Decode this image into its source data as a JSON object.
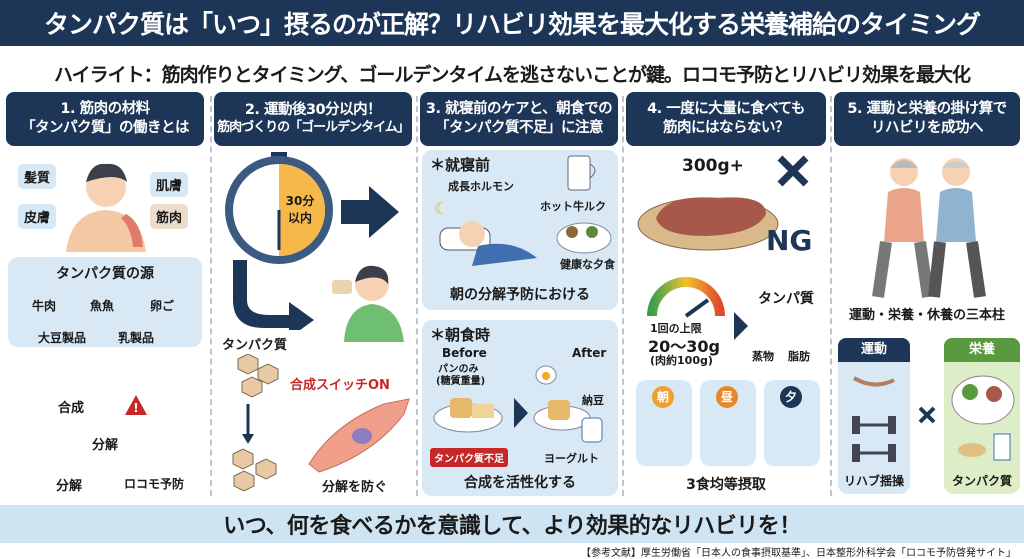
{
  "title": "タンパク質は「いつ」摂るのが正解？リハビリ効果を最大化する栄養補給のタイミング",
  "highlight": "ハイライト：筋肉作りとタイミング、ゴールデンタイムを逃さないことが鍵。ロコモ予防とリハビリ効果を最大化",
  "col1": {
    "header": [
      "1. 筋肉の材料",
      "「タンパク質」の働きとは"
    ],
    "body_labels": [
      "髪質",
      "皮膚",
      "肌膚",
      "筋肉"
    ],
    "sources_title": "タンパク質の源",
    "sources": [
      "牛肉",
      "魚魚",
      "卵ご",
      "大豆製品",
      "乳製品"
    ],
    "cycle": [
      "合成",
      "分解",
      "分解"
    ],
    "locomo": "ロコモ予防"
  },
  "col2": {
    "header": [
      "2. 運動後30分以内！",
      "筋肉づくりの「ゴールデンタイム」"
    ],
    "timer": "30分以内",
    "protein": "タンパク質",
    "switch_on": "合成スイッチON",
    "prevent": "分解を防ぐ"
  },
  "col3": {
    "header": [
      "3. 就寝前のケアと、朝食での",
      "「タンパク質不足」に注意"
    ],
    "night_title": "＊就寝前",
    "growth_hormone": "成長ホルモン",
    "hot_milk": "ホット牛ルク",
    "dinner": "健康な夕食",
    "night_caption": "朝の分解予防における",
    "morning_title": "＊朝食時",
    "before": "Before",
    "before_desc": [
      "パンのみ",
      "(糖質重量)"
    ],
    "after": "After",
    "natto": "納豆",
    "yogurt": "ヨーグルト",
    "shortage": "タンパク質不足",
    "morning_caption": "合成を活性化する"
  },
  "col4": {
    "header": [
      "4. 一度に大量に食べても",
      "筋肉にはならない？"
    ],
    "amount": "300g+",
    "ng": "NG",
    "limit_label": "1回の上限",
    "limit_value": "20〜30g",
    "limit_note": "(肉約100g)",
    "protein": "タンパ質",
    "waste": "蒸物",
    "fat": "脂肪",
    "meals": [
      "朝",
      "昼",
      "夕"
    ],
    "caption": "3食均等摂取"
  },
  "col5": {
    "header": [
      "5. 運動と栄養の掛け算で",
      "リハビリを成功へ"
    ],
    "pillars": "運動・栄養・休養の三本柱",
    "exercise": "運動",
    "exercise_caption": "リハブ揺操",
    "nutrition": "栄養",
    "nutrition_caption": "タンパク質"
  },
  "bottom": "いつ、何を食べるかを意識して、より効果的なリハビリを！",
  "reference": "【参考文献】厚生労働省「日本人の食事摂取基準」、日本整形外科学会「ロコモ予防啓発サイト」"
}
